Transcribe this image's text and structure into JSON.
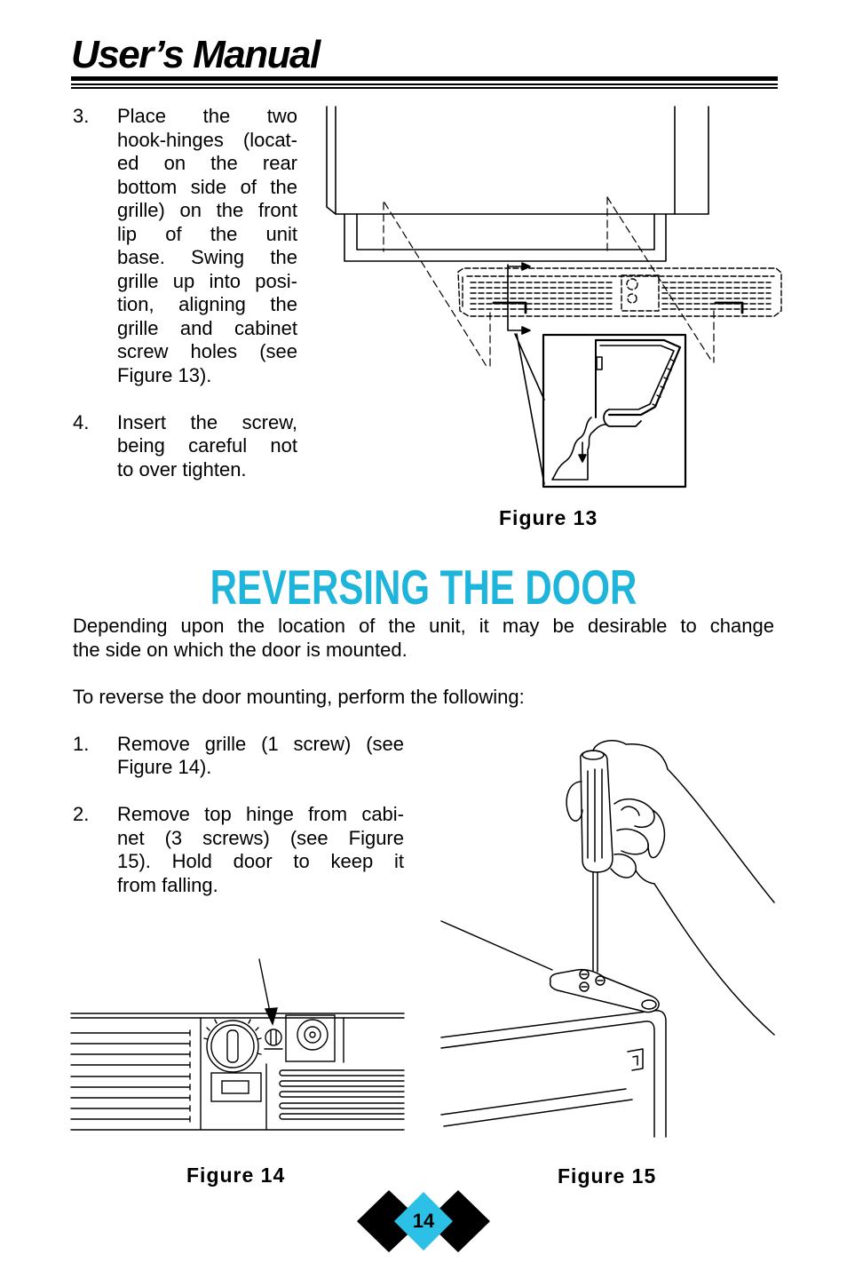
{
  "header": {
    "title": "User’s Manual"
  },
  "top_steps": [
    {
      "number": "3.",
      "lines": [
        "Place the two",
        "hook-hinges (locat-",
        "ed on the rear",
        "bottom side of the",
        "grille) on the front",
        "lip of the unit",
        "base.  Swing the",
        "grille up into posi-",
        "tion, aligning the",
        "grille and cabinet",
        "screw holes (see",
        "Figure 13)."
      ]
    },
    {
      "number": "4.",
      "lines": [
        "Insert the screw,",
        "being careful not",
        "to over tighten."
      ]
    }
  ],
  "figures": {
    "figure_13": {
      "caption": "Figure 13"
    },
    "figure_14": {
      "caption": "Figure 14"
    },
    "figure_15": {
      "caption": "Figure 15"
    }
  },
  "section": {
    "heading": "REVERSING THE DOOR",
    "intro_lines": [
      "Depending upon the location of the unit, it may be desirable to change",
      "the side on which the door is mounted."
    ],
    "lead": "To reverse the door mounting, perform the following:",
    "steps": [
      {
        "number": "1.",
        "lines": [
          "Remove grille (1 screw) (see",
          "Figure 14)."
        ]
      },
      {
        "number": "2.",
        "lines": [
          "Remove top hinge from cabi-",
          "net (3 screws) (see Figure",
          "15).  Hold door to keep it",
          "from falling."
        ]
      }
    ]
  },
  "footer": {
    "page_number": "14"
  },
  "colors": {
    "heading": "#1fb4da",
    "page_badge": "#2cc0e6",
    "text": "#000000"
  }
}
